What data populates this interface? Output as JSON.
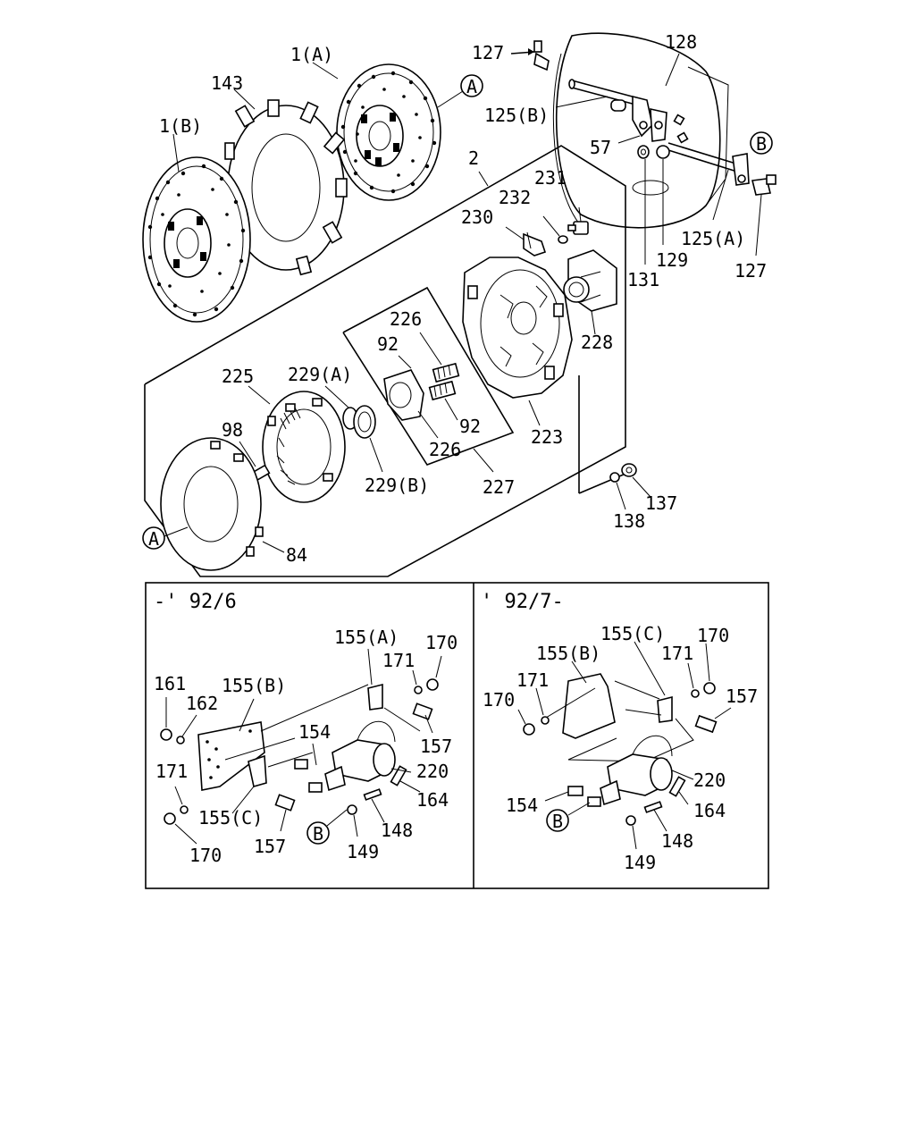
{
  "labels": {
    "l1a": "1(A)",
    "l143": "143",
    "l1b": "1(B)",
    "l127t": "127",
    "l128": "128",
    "l125b": "125(B)",
    "l57": "57",
    "l2": "2",
    "l231": "231",
    "l232": "232",
    "l230": "230",
    "l125a": "125(A)",
    "l129": "129",
    "l131": "131",
    "l127b": "127",
    "l226a": "226",
    "l92a": "92",
    "l228": "228",
    "l225": "225",
    "l229a": "229(A)",
    "l92b": "92",
    "l223": "223",
    "l98": "98",
    "l226b": "226",
    "l229b": "229(B)",
    "l227": "227",
    "l137": "137",
    "l138": "138",
    "l84": "84"
  },
  "callouts": {
    "a_top": "A",
    "a_bottom": "A",
    "b_top": "B",
    "b_left": "B",
    "b_right": "B"
  },
  "left_panel": {
    "title": "-' 92/6",
    "l155a": "155(A)",
    "l170t": "170",
    "l171t": "171",
    "l161": "161",
    "l155b": "155(B)",
    "l162": "162",
    "l154": "154",
    "l157t": "157",
    "l220": "220",
    "l171b": "171",
    "l164": "164",
    "l155c": "155(C)",
    "l148": "148",
    "l170b": "170",
    "l157b": "157",
    "l149": "149"
  },
  "right_panel": {
    "title": "' 92/7-",
    "l155c": "155(C)",
    "l155b": "155(B)",
    "l170t": "170",
    "l171a": "171",
    "l171b": "171",
    "l170l": "170",
    "l157": "157",
    "l220": "220",
    "l154": "154",
    "l164": "164",
    "l148": "148",
    "l149": "149"
  }
}
